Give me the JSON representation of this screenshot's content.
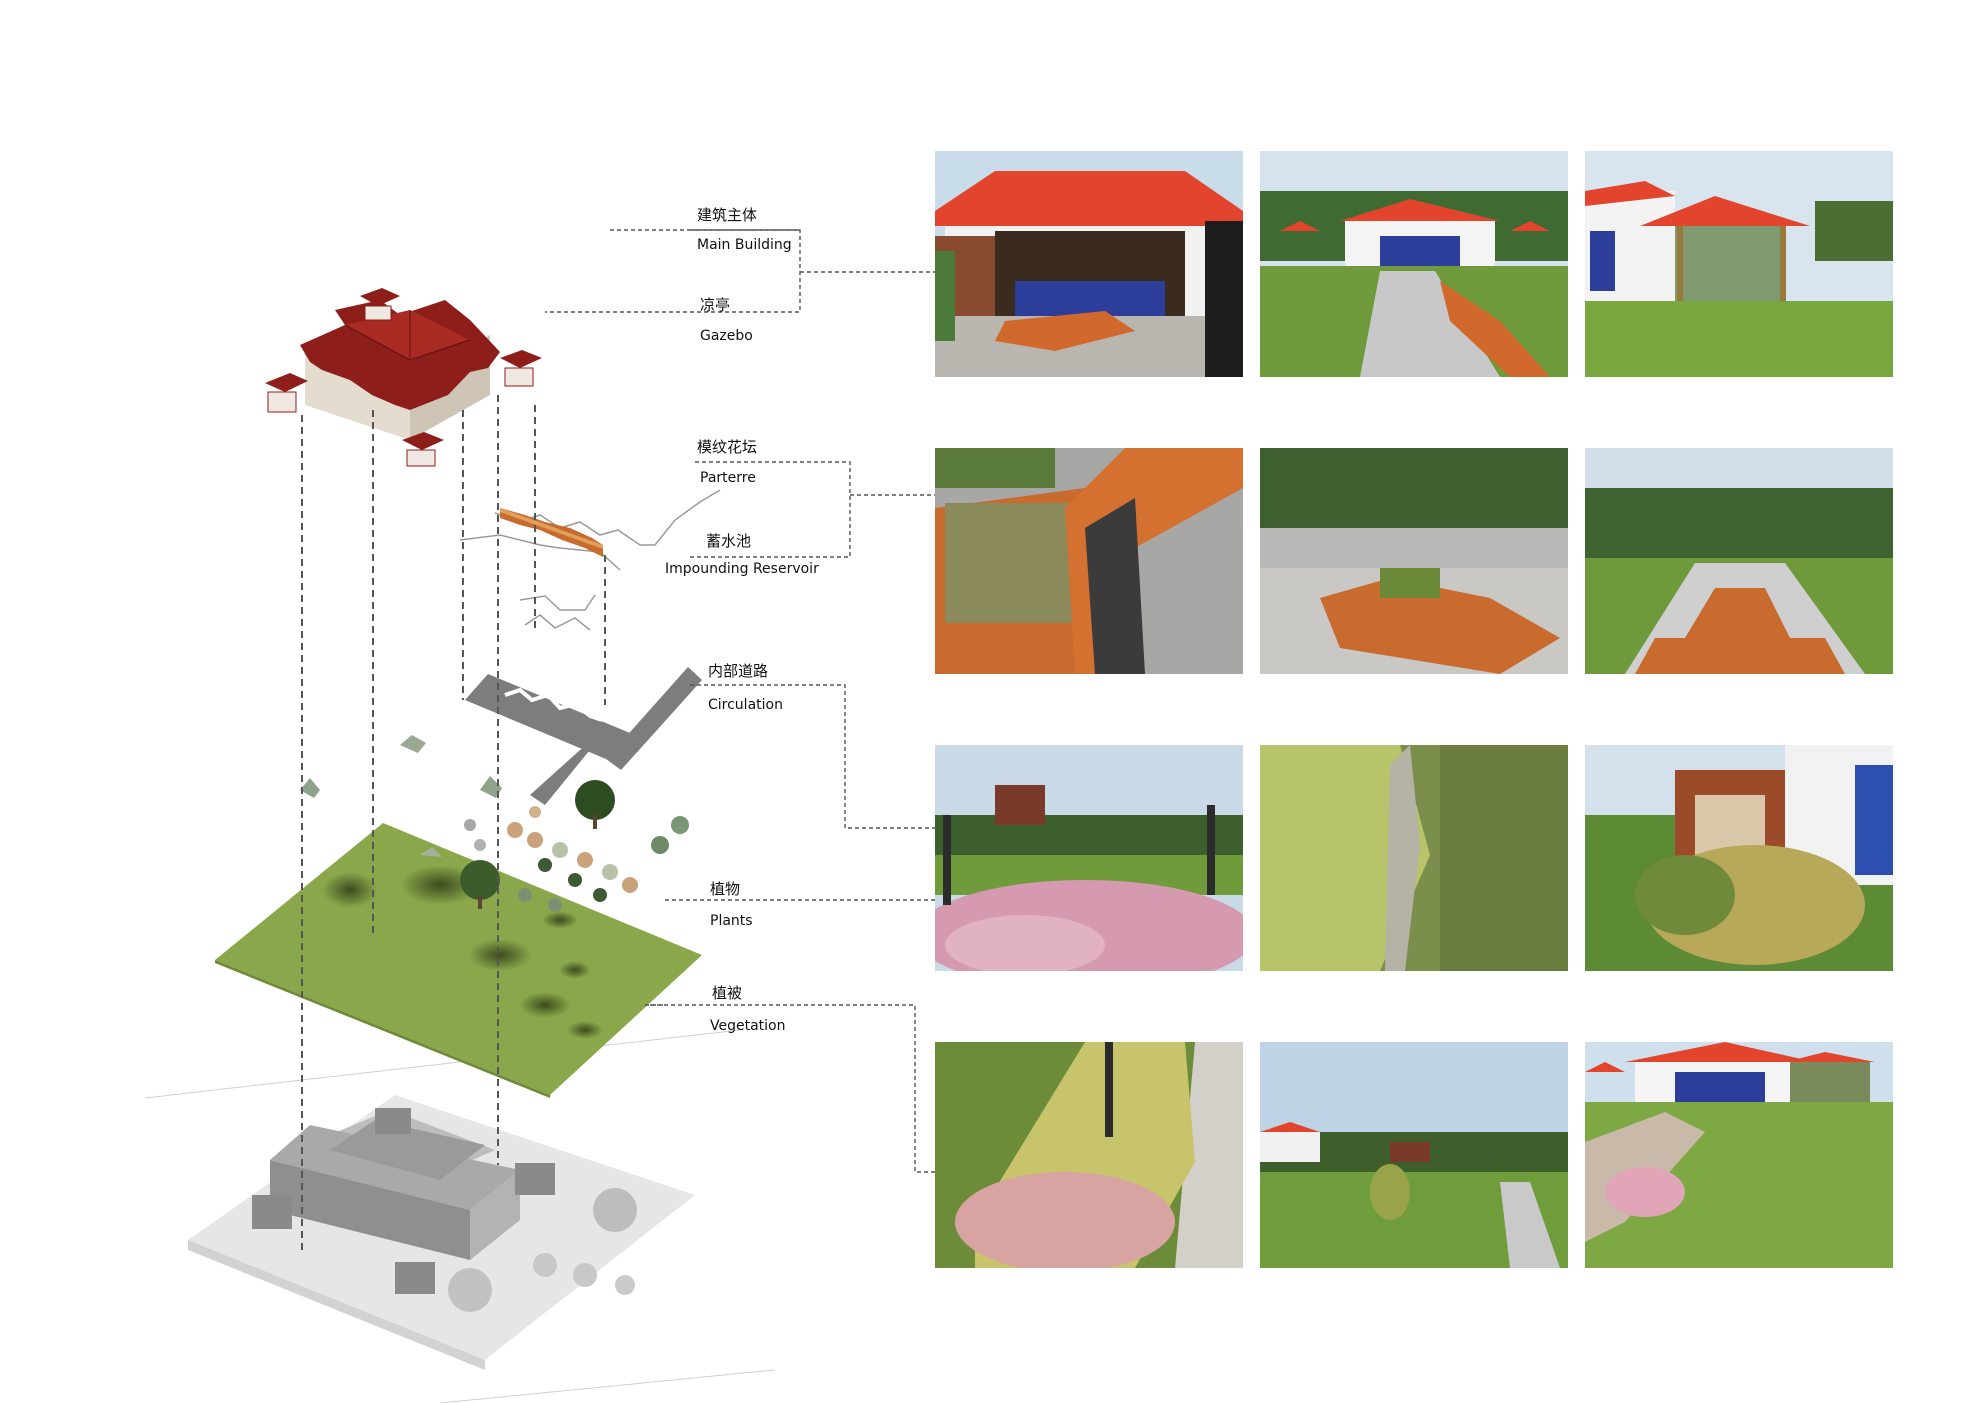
{
  "layers": [
    {
      "id": "main-building",
      "cn": "建筑主体",
      "en": "Main Building"
    },
    {
      "id": "gazebo",
      "cn": "凉亭",
      "en": "Gazebo"
    },
    {
      "id": "parterre",
      "cn": "模纹花坛",
      "en": "Parterre"
    },
    {
      "id": "impounding-reservoir",
      "cn": "蓄水池",
      "en": "Impounding Reservoir"
    },
    {
      "id": "circulation",
      "cn": "内部道路",
      "en": "Circulation"
    },
    {
      "id": "plants",
      "cn": "植物",
      "en": "Plants"
    },
    {
      "id": "vegetation",
      "cn": "植被",
      "en": "Vegetation"
    }
  ],
  "colors": {
    "roof": "#8e1e1a",
    "tile_roof": "#e2442d",
    "parterre": "#c96a2e",
    "circulation": "#7d7d7d",
    "lawn": "#8aa84b",
    "base_plan": "#d8d8d8",
    "leader": "#555555"
  },
  "photo_rows": [
    {
      "theme": "building-gazebo",
      "scenes": [
        "building-front",
        "building-axis",
        "gazebo"
      ]
    },
    {
      "theme": "parterre-reservoir",
      "scenes": [
        "parterre-close",
        "parterre-steps",
        "parterre-axis"
      ]
    },
    {
      "theme": "plants",
      "scenes": [
        "flowers-lawn",
        "shrub-closeup",
        "shrub-wall"
      ]
    },
    {
      "theme": "vegetation",
      "scenes": [
        "shrub-path",
        "lawn-trees",
        "lawn-building"
      ]
    }
  ]
}
